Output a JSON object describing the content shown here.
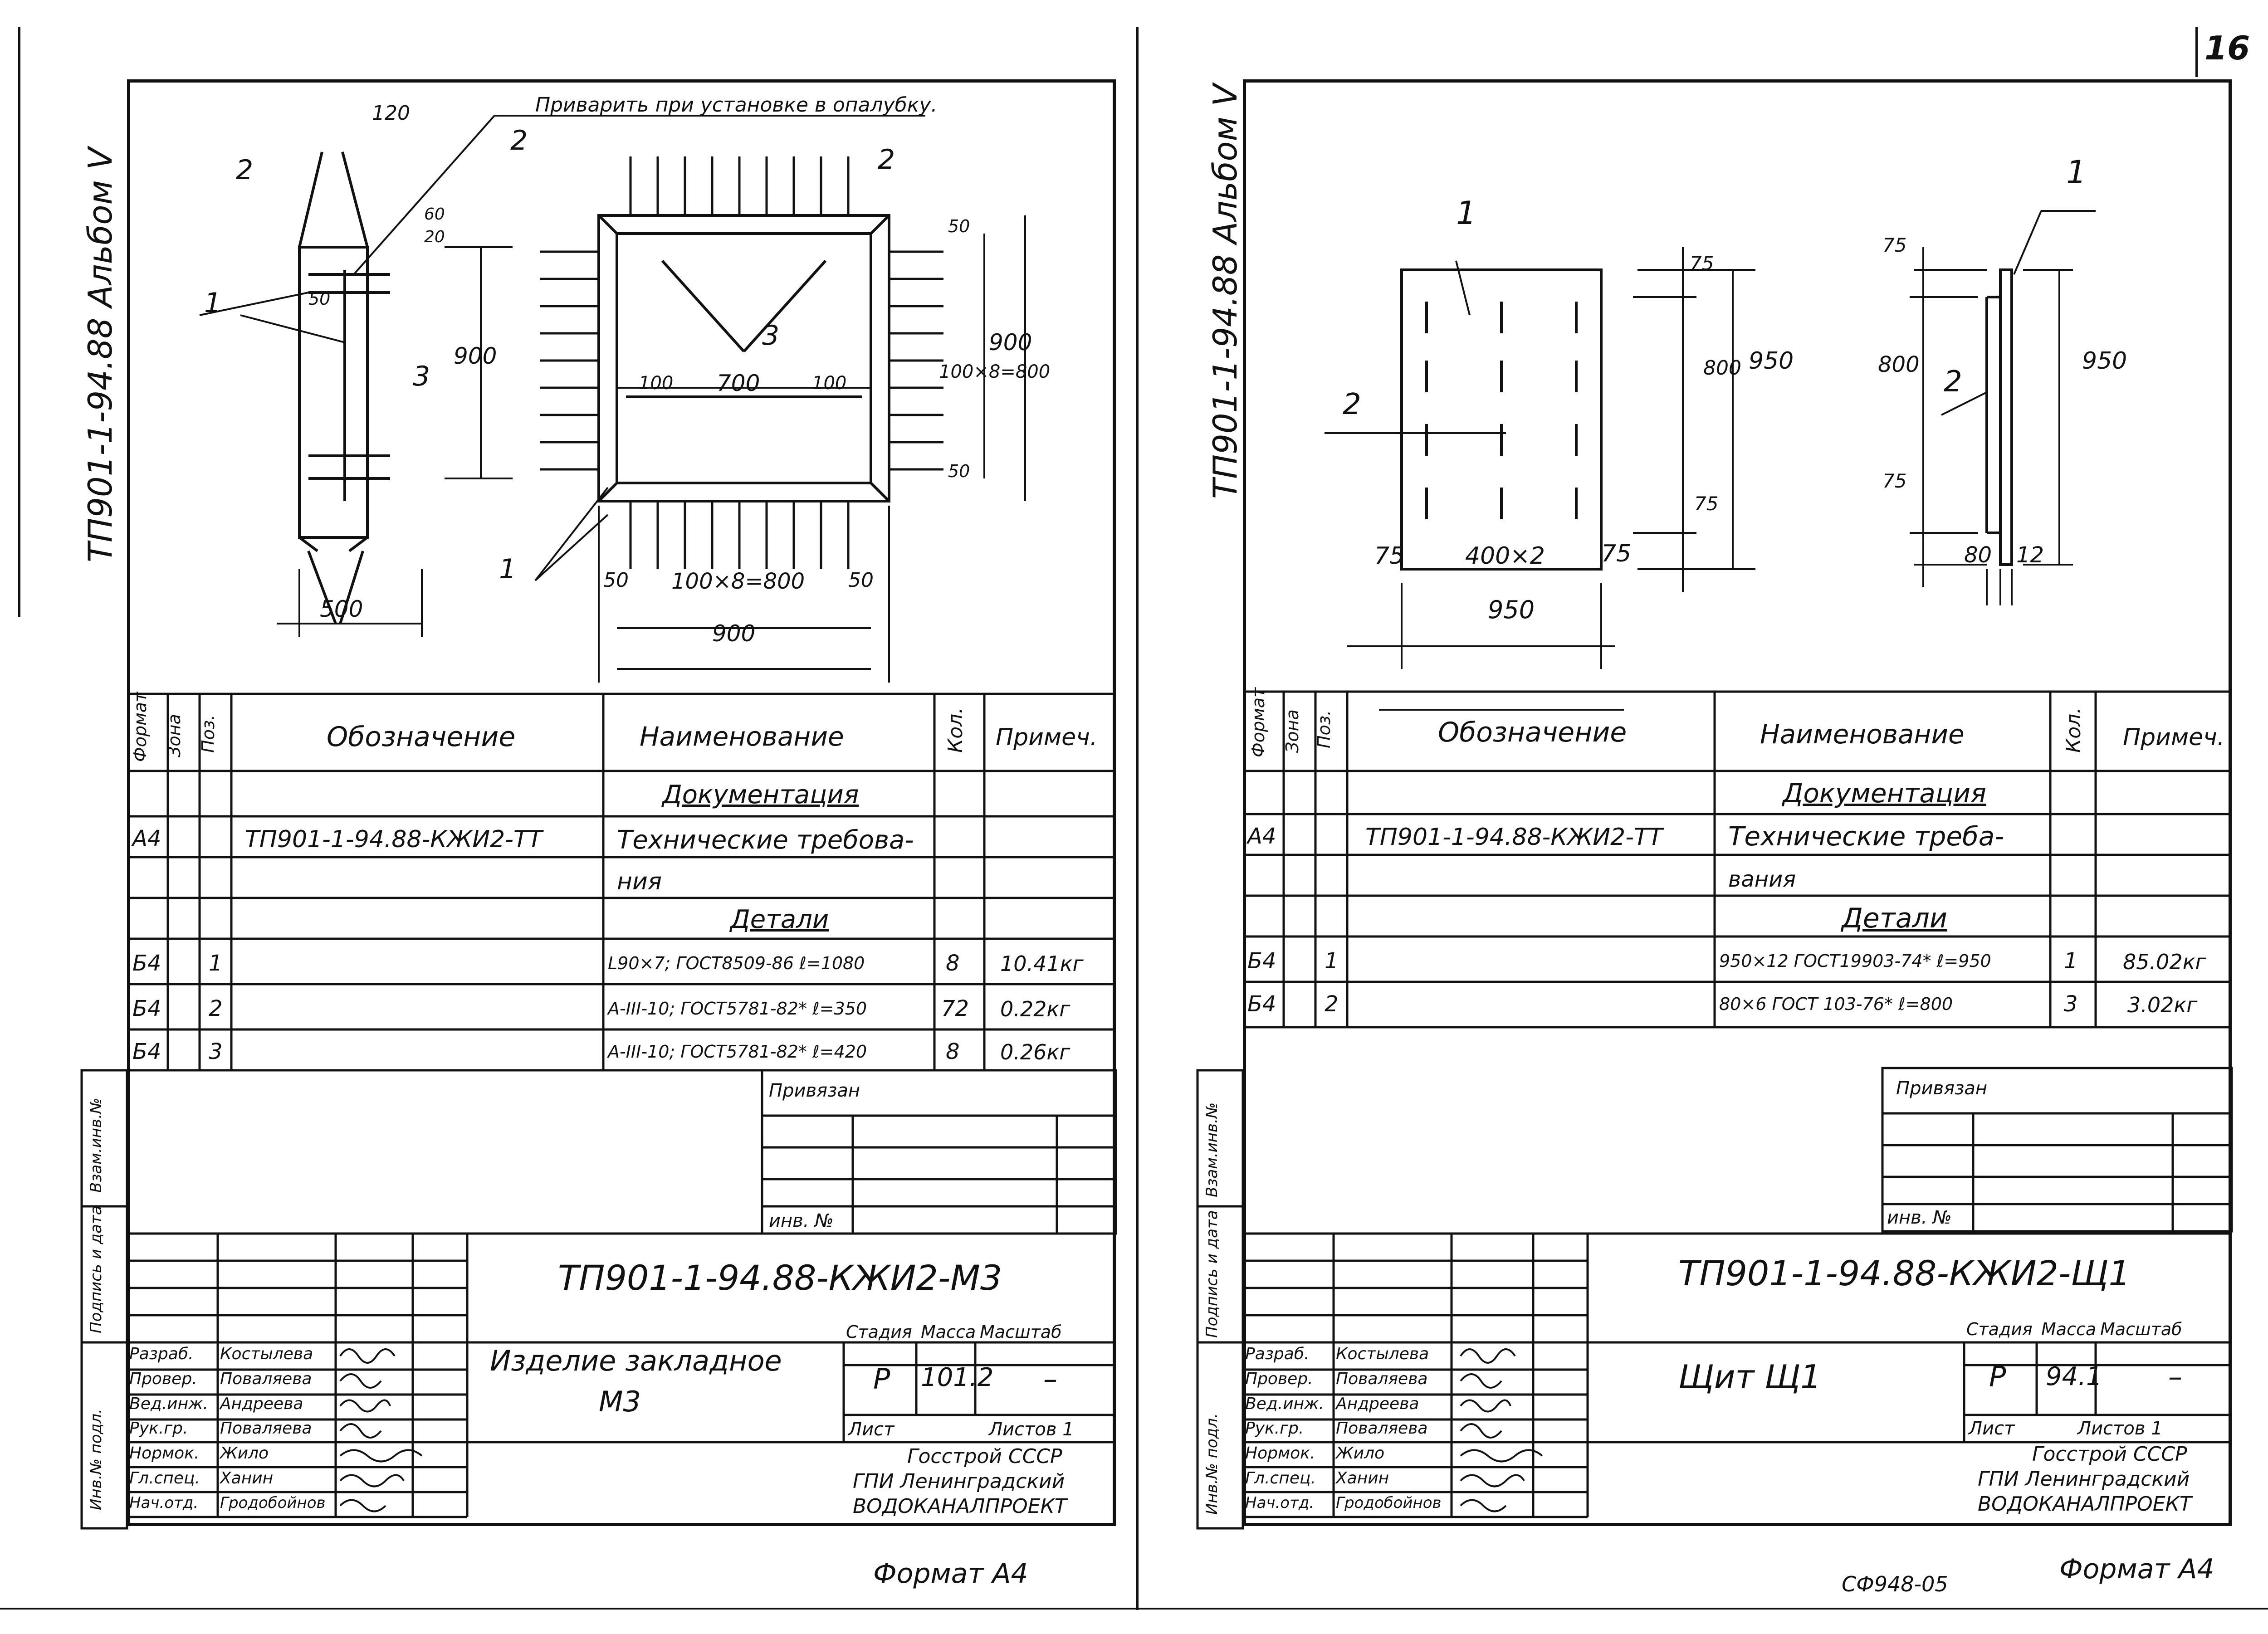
{
  "page_number": "16",
  "footer_code": "СФ948-05",
  "left": {
    "album": "ТП901-1-94.88 Альбом V",
    "format": "Формат А4",
    "note": "Приварить при установке в опалубку.",
    "dims": {
      "d120": "120",
      "d20": "20",
      "d60": "60",
      "d50a": "50",
      "d900v": "900",
      "d500": "500",
      "d100l": "100",
      "d700": "700",
      "d100r": "100",
      "d50t": "50",
      "d100x8v": "100×8=800",
      "d900r": "900",
      "d50b": "50",
      "d50l": "50",
      "d100x8h": "100×8=800",
      "d50rr": "50",
      "d900h": "900"
    },
    "callouts": {
      "c1a": "1",
      "c1b": "1",
      "c2a": "2",
      "c2b": "2",
      "c2c": "2",
      "c3a": "3",
      "c3b": "3"
    },
    "table": {
      "headers": {
        "format": "Формат",
        "zone": "Зона",
        "pos": "Поз.",
        "designation": "Обозначение",
        "name": "Наименование",
        "qty": "Кол.",
        "note": "Примеч."
      },
      "section_docs": "Документация",
      "doc_row": {
        "format": "А4",
        "designation": "ТП901-1-94.88-КЖИ2-ТТ",
        "name1": "Технические требова-",
        "name2": "ния"
      },
      "section_parts": "Детали",
      "rows": [
        {
          "format": "Б4",
          "pos": "1",
          "name": "L90×7; ГОСТ8509-86 ℓ=1080",
          "qty": "8",
          "note": "10.41кг"
        },
        {
          "format": "Б4",
          "pos": "2",
          "name": "А-III-10; ГОСТ5781-82* ℓ=350",
          "qty": "72",
          "note": "0.22кг"
        },
        {
          "format": "Б4",
          "pos": "3",
          "name": "А-III-10; ГОСТ5781-82* ℓ=420",
          "qty": "8",
          "note": "0.26кг"
        }
      ]
    },
    "privyazan": "Привязан",
    "inv": "инв. №",
    "side_labels": {
      "vzam": "Взам.инв.№",
      "podpis": "Подпись и дата",
      "inv_podl": "Инв.№ подл."
    },
    "stamp": {
      "code": "ТП901-1-94.88-КЖИ2-М3",
      "title1": "Изделие закладное",
      "title2": "М3",
      "stage_h": "Стадия",
      "mass_h": "Масса",
      "scale_h": "Масштаб",
      "stage": "Р",
      "mass": "101.2",
      "scale": "–",
      "sheet": "Лист",
      "sheets": "Листов 1",
      "org1": "Госстрой СССР",
      "org2": "ГПИ Ленинградский",
      "org3": "ВОДОКАНАЛПРОЕКТ",
      "people": [
        {
          "role": "Разраб.",
          "name": "Костылева"
        },
        {
          "role": "Провер.",
          "name": "Поваляева"
        },
        {
          "role": "Вед.инж.",
          "name": "Андреева"
        },
        {
          "role": "Рук.гр.",
          "name": "Поваляева"
        },
        {
          "role": "Нормок.",
          "name": "Жило"
        },
        {
          "role": "Гл.спец.",
          "name": "Ханин"
        },
        {
          "role": "Нач.отд.",
          "name": "Гродобойнов"
        }
      ]
    }
  },
  "right": {
    "album": "ТП901-1-94.88 Альбом V",
    "format": "Формат А4",
    "dims": {
      "d75t": "75",
      "d800": "800",
      "d950v": "950",
      "d75b": "75",
      "d75l": "75",
      "d400x2": "400×2",
      "d75r": "75",
      "d950h": "950",
      "s75t": "75",
      "s800": "800",
      "s950": "950",
      "s75b": "75",
      "s80": "80",
      "s12": "12"
    },
    "callouts": {
      "c1a": "1",
      "c1b": "1",
      "c2a": "2",
      "c2b": "2"
    },
    "table": {
      "headers": {
        "format": "Формат",
        "zone": "Зона",
        "pos": "Поз.",
        "designation": "Обозначение",
        "name": "Наименование",
        "qty": "Кол.",
        "note": "Примеч."
      },
      "section_docs": "Документация",
      "doc_row": {
        "format": "А4",
        "designation": "ТП901-1-94.88-КЖИ2-ТТ",
        "name1": "Технические треба-",
        "name2": "вания"
      },
      "section_parts": "Детали",
      "rows": [
        {
          "format": "Б4",
          "pos": "1",
          "name": "950×12 ГОСТ19903-74* ℓ=950",
          "qty": "1",
          "note": "85.02кг"
        },
        {
          "format": "Б4",
          "pos": "2",
          "name": "80×6 ГОСТ 103-76* ℓ=800",
          "qty": "3",
          "note": "3.02кг"
        }
      ]
    },
    "privyazan": "Привязан",
    "inv": "инв. №",
    "side_labels": {
      "vzam": "Взам.инв.№",
      "podpis": "Подпись и дата",
      "inv_podl": "Инв.№ подл."
    },
    "stamp": {
      "code": "ТП901-1-94.88-КЖИ2-Щ1",
      "title1": "Щит Щ1",
      "stage_h": "Стадия",
      "mass_h": "Масса",
      "scale_h": "Масштаб",
      "stage": "Р",
      "mass": "94.1",
      "scale": "–",
      "sheet": "Лист",
      "sheets": "Листов 1",
      "org1": "Госстрой СССР",
      "org2": "ГПИ Ленинградский",
      "org3": "ВОДОКАНАЛПРОЕКТ",
      "people": [
        {
          "role": "Разраб.",
          "name": "Костылева"
        },
        {
          "role": "Провер.",
          "name": "Поваляева"
        },
        {
          "role": "Вед.инж.",
          "name": "Андреева"
        },
        {
          "role": "Рук.гр.",
          "name": "Поваляева"
        },
        {
          "role": "Нормок.",
          "name": "Жило"
        },
        {
          "role": "Гл.спец.",
          "name": "Ханин"
        },
        {
          "role": "Нач.отд.",
          "name": "Гродобойнов"
        }
      ]
    }
  }
}
